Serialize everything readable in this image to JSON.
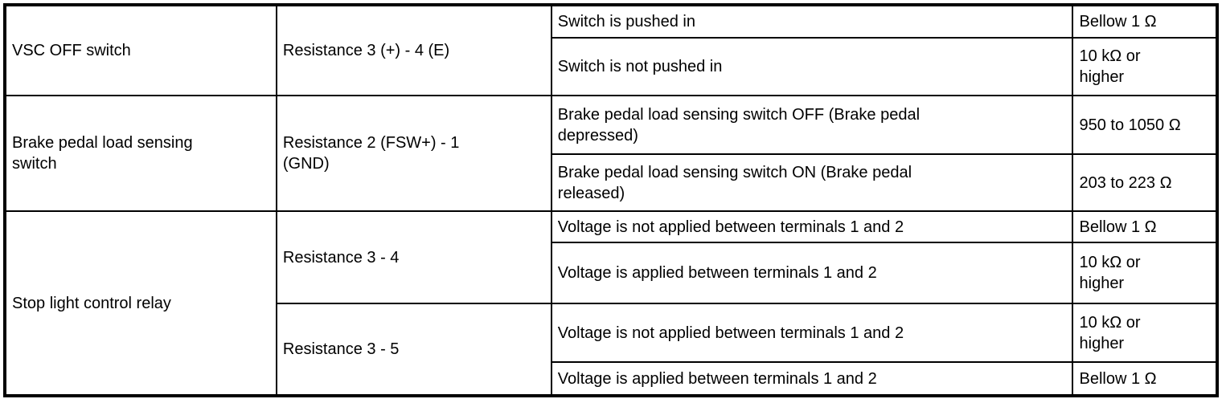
{
  "accent_colors": {
    "border": "#000000",
    "background": "#ffffff",
    "text": "#000000"
  },
  "table": {
    "groups": [
      {
        "component": "VSC OFF switch",
        "measurements": [
          {
            "label": "Resistance 3 (+) - 4 (E)",
            "conditions": [
              {
                "condition": "Switch is pushed in",
                "value": "Bellow 1 Ω"
              },
              {
                "condition": "Switch is not pushed in",
                "value": "10 kΩ or\nhigher"
              }
            ]
          }
        ]
      },
      {
        "component": "Brake pedal load sensing\nswitch",
        "measurements": [
          {
            "label": "Resistance 2 (FSW+) - 1\n(GND)",
            "conditions": [
              {
                "condition": "Brake pedal load sensing switch OFF (Brake pedal\ndepressed)",
                "value": "950 to 1050 Ω"
              },
              {
                "condition": "Brake pedal load sensing switch ON (Brake pedal\nreleased)",
                "value": "203 to 223 Ω"
              }
            ]
          }
        ]
      },
      {
        "component": "Stop light control relay",
        "measurements": [
          {
            "label": "Resistance 3 - 4",
            "conditions": [
              {
                "condition": "Voltage is not applied between terminals 1 and 2",
                "value": "Bellow 1 Ω"
              },
              {
                "condition": "Voltage is applied between terminals 1 and 2",
                "value": "10 kΩ or\nhigher"
              }
            ]
          },
          {
            "label": "Resistance 3 - 5",
            "conditions": [
              {
                "condition": "Voltage is not applied between terminals 1 and 2",
                "value": "10 kΩ or\nhigher"
              },
              {
                "condition": "Voltage is applied between terminals 1 and 2",
                "value": "Bellow 1 Ω"
              }
            ]
          }
        ]
      }
    ]
  }
}
